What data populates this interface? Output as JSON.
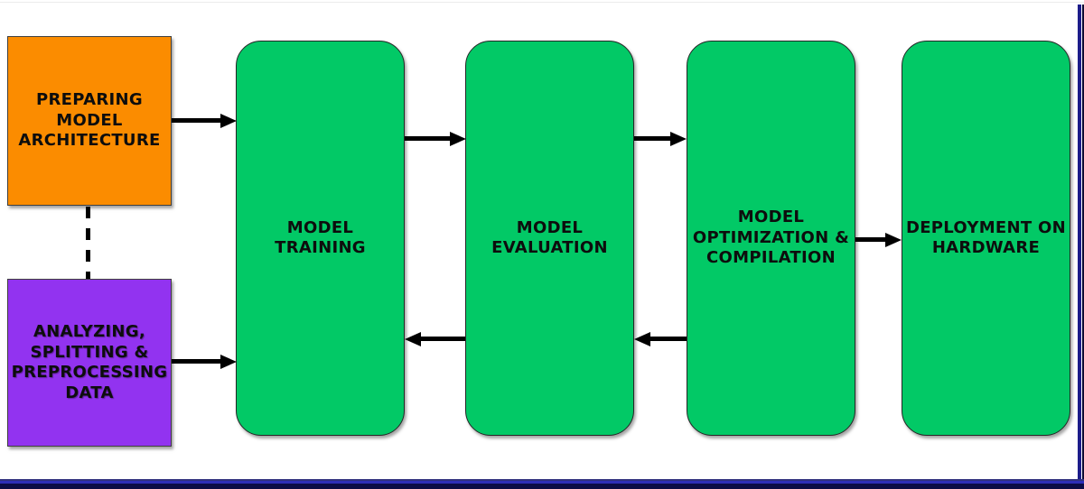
{
  "diagram": {
    "background": "#ffffff",
    "arrow_color": "#000000",
    "frame_color": "#1c1c8a",
    "node_colors": {
      "architecture_fill": "#FB8C00",
      "data_fill": "#9233F0",
      "stage_fill": "#02C966"
    },
    "nodes": [
      {
        "id": "preparing-model-architecture",
        "label": "PREPARING\nMODEL\nARCHITECTURE",
        "shape": "rectangle",
        "fill": "#FB8C00",
        "text_color": "#000000"
      },
      {
        "id": "analyzing-splitting-preprocessing-data",
        "label": "ANALYZING,\nSPLITTING &\nPREPROCESSING\nDATA",
        "shape": "rectangle",
        "fill": "#9233F0",
        "text_color": "#ffffff"
      },
      {
        "id": "model-training",
        "label": "MODEL\nTRAINING",
        "shape": "rounded",
        "fill": "#02C966",
        "text_color": "#000000"
      },
      {
        "id": "model-evaluation",
        "label": "MODEL\nEVALUATION",
        "shape": "rounded",
        "fill": "#02C966",
        "text_color": "#000000"
      },
      {
        "id": "model-optimization-compilation",
        "label": "MODEL\nOPTIMIZATION &\nCOMPILATION",
        "shape": "rounded",
        "fill": "#02C966",
        "text_color": "#000000"
      },
      {
        "id": "deployment-on-hardware",
        "label": "DEPLOYMENT ON\nHARDWARE",
        "shape": "rounded",
        "fill": "#02C966",
        "text_color": "#000000"
      }
    ],
    "edges": [
      {
        "from": "preparing-model-architecture",
        "to": "model-training",
        "style": "solid-arrow"
      },
      {
        "from": "analyzing-splitting-preprocessing-data",
        "to": "model-training",
        "style": "solid-arrow"
      },
      {
        "from": "preparing-model-architecture",
        "to": "analyzing-splitting-preprocessing-data",
        "style": "dashed-line"
      },
      {
        "from": "model-training",
        "to": "model-evaluation",
        "style": "solid-arrow"
      },
      {
        "from": "model-evaluation",
        "to": "model-training",
        "style": "solid-arrow"
      },
      {
        "from": "model-evaluation",
        "to": "model-optimization-compilation",
        "style": "solid-arrow"
      },
      {
        "from": "model-optimization-compilation",
        "to": "model-evaluation",
        "style": "solid-arrow"
      },
      {
        "from": "model-optimization-compilation",
        "to": "deployment-on-hardware",
        "style": "solid-arrow"
      }
    ]
  }
}
